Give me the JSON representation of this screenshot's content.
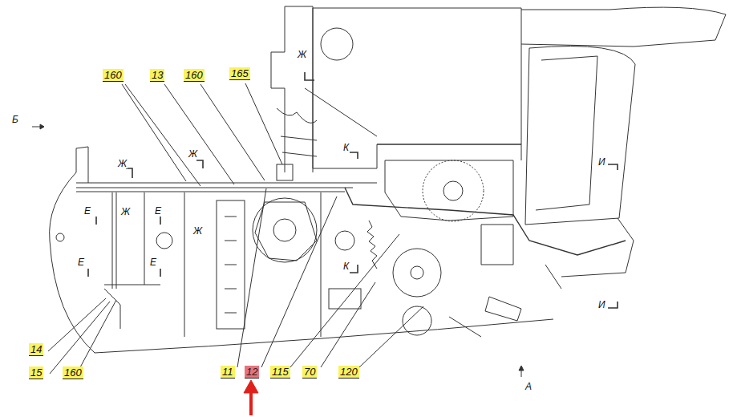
{
  "diagram": {
    "labels": [
      "160",
      "13",
      "160",
      "165",
      "Ж",
      "Б",
      "Ж",
      "Ж",
      "К",
      "И",
      "Е",
      "Ж",
      "Е",
      "Ж",
      "Е",
      "Е",
      "К",
      "И",
      "14",
      "15",
      "160",
      "11",
      "12",
      "115",
      "70",
      "120",
      "А"
    ]
  }
}
